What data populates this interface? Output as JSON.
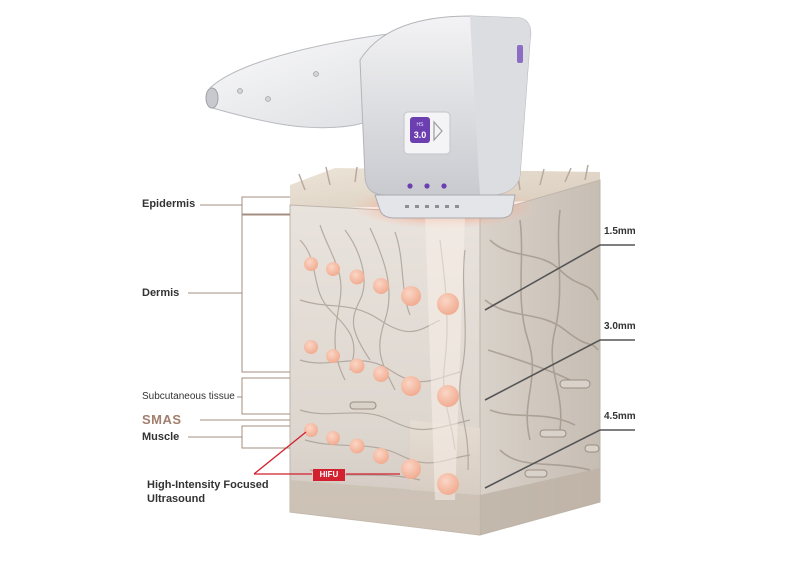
{
  "labels": {
    "epidermis": "Epidermis",
    "dermis": "Dermis",
    "subcutaneous": "Subcutaneous tissue",
    "smas": "SMAS",
    "muscle": "Muscle",
    "hifu_line1": "High-Intensity Focused",
    "hifu_line2": "Ultrasound",
    "hifu_tag": "HIFU"
  },
  "depths": {
    "d1": "1.5mm",
    "d2": "3.0mm",
    "d3": "4.5mm"
  },
  "device": {
    "screen_text_top": "HS",
    "screen_text_main": "3.0"
  },
  "colors": {
    "focal_point": "#f4b9a2",
    "hifu_red": "#d3202f",
    "smas_brown": "#a27e6c",
    "glow": "#f26a4f",
    "indicator_purple": "#6b3fb0"
  }
}
